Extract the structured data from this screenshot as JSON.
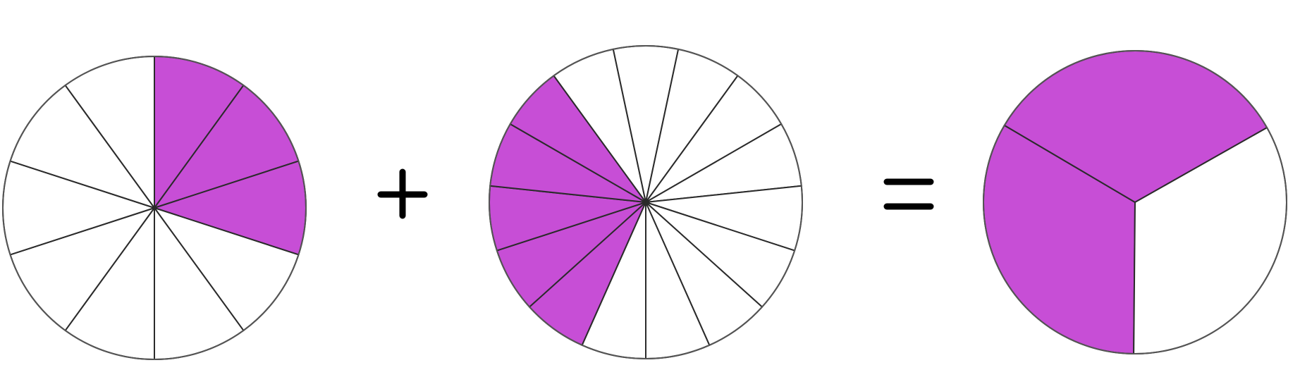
{
  "colors": {
    "fill": "#C74ED6",
    "background": "#FFFFFF",
    "outline": "#555555",
    "divider": "#2B2B2B",
    "operator": "#000000"
  },
  "operators": [
    "plus",
    "equals"
  ],
  "circles": [
    {
      "name": "addend-a",
      "parts": 10,
      "shaded": 3
    },
    {
      "name": "addend-b",
      "parts": 15,
      "shaded": 5
    },
    {
      "name": "sum",
      "parts": 3,
      "shaded": 2
    }
  ]
}
